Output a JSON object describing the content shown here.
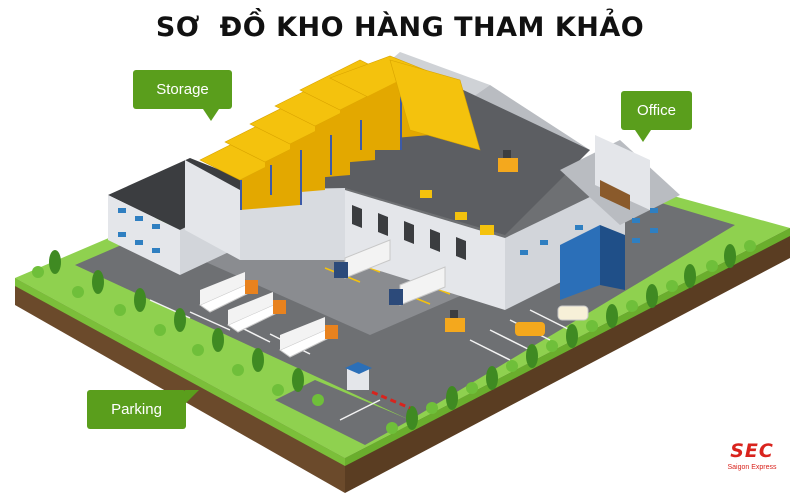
{
  "title": "SƠ  ĐỒ KHO HÀNG THAM KHẢO",
  "labels": {
    "storage": "Storage",
    "office": "Office",
    "parking": "Parking"
  },
  "logo": {
    "mark": "SEC",
    "subtitle": "Saigon Express"
  },
  "colors": {
    "callout_green": "#5a9e1c",
    "grass": "#8fd14f",
    "soil": "#6b4a2b",
    "asphalt": "#6e7073",
    "building_wall": "#e4e6ea",
    "roof_dark": "#3b3d40",
    "pallet_yellow": "#f4c20d",
    "truck_cab_blue": "#2c4a7a",
    "truck_cab_orange": "#e8821e",
    "brand_red": "#d9231d"
  }
}
